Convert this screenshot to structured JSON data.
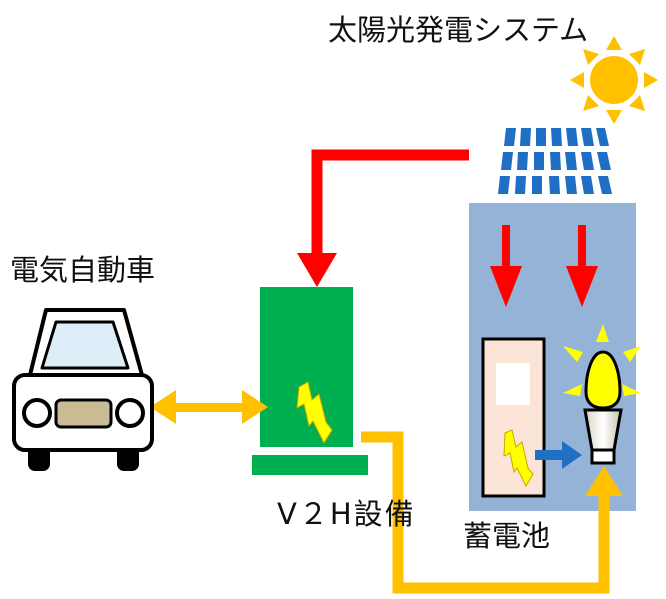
{
  "labels": {
    "solar_system": "太陽光発電システム",
    "electric_vehicle": "電気自動車",
    "v2h_equipment": "V２H設備",
    "storage_battery": "蓄電池"
  },
  "colors": {
    "power_flow_red": "#ff0000",
    "charge_flow_orange": "#ffc000",
    "v2h_green": "#00b050",
    "house_blue": "#95b3d7",
    "sun_yellow": "#ffc000",
    "battery_unit": "#fce4d6",
    "panel_blue": "#1f6fc5",
    "bulb_yellow": "#ffff00",
    "arrow_blue": "#1f6fc5"
  },
  "icons": [
    "sun-icon",
    "solar-panel-icon",
    "car-icon",
    "lightning-icon",
    "light-bulb-icon"
  ]
}
